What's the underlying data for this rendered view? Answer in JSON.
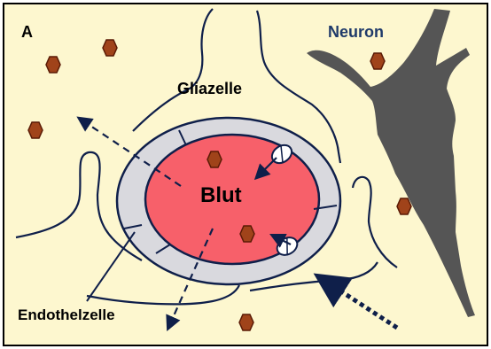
{
  "panel_label": "A",
  "labels": {
    "neuron": "Neuron",
    "gliazelle": "Gliazelle",
    "blut": "Blut",
    "endothelzelle": "Endothelzelle"
  },
  "colors": {
    "background": "#fdf7cf",
    "border": "#000000",
    "endothelium": "#d9d9de",
    "blood": "#f7606a",
    "neuron": "#555555",
    "particle_fill": "#a0431a",
    "particle_stroke": "#5a1a05",
    "membrane_line": "#0f1f4a",
    "arrow": "#0f1f4a",
    "neuron_label": "#1f3a6a"
  },
  "icons": {
    "particle": "hexagon-particle-icon",
    "transporter": "transporter-icon",
    "arrow": "arrow-icon"
  }
}
